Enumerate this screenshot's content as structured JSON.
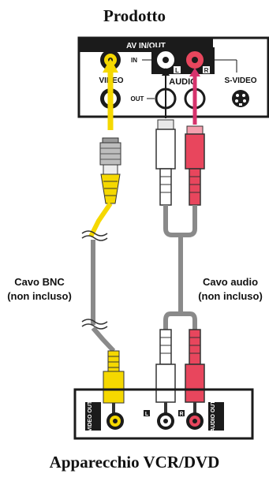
{
  "title_top": "Prodotto",
  "title_bottom": "Apparecchio VCR/DVD",
  "panel": {
    "header": "AV IN/OUT",
    "in_label": "IN",
    "out_label": "OUT",
    "video_label": "VIDEO",
    "audio_label": "AUDIO",
    "svideo_label": "S-VIDEO",
    "left_badge": "L",
    "right_badge": "R"
  },
  "device": {
    "video_out": "VIDEO OUT",
    "audio_out": "AUDIO OUT",
    "left_badge": "L",
    "right_badge": "R"
  },
  "cables": {
    "bnc_line1": "Cavo BNC",
    "bnc_line2": "(non incluso)",
    "audio_line1": "Cavo audio",
    "audio_line2": "(non incluso)"
  },
  "colors": {
    "yellow": "#f5d800",
    "red": "#e8465d",
    "white": "#ffffff",
    "cable_gray": "#8a8a8a",
    "panel_black": "#1b1b1b"
  }
}
